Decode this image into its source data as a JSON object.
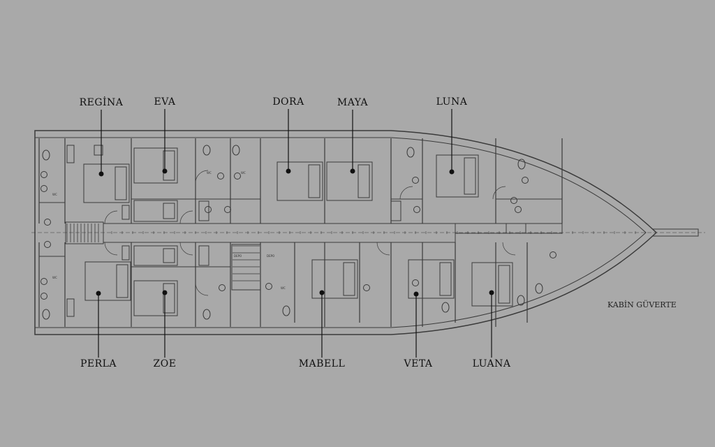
{
  "deck_title": "KABİN GÜVERTE",
  "cabins_top": [
    "REGİNA",
    "EVA",
    "DORA",
    "MAYA",
    "LUNA"
  ],
  "cabins_bottom": [
    "PERLA",
    "ZOE",
    "MABELL",
    "VETA",
    "LUANA"
  ],
  "room_tags": {
    "wc": "WC",
    "storage": "DEPO"
  },
  "colors": {
    "background": "#a9a9a9",
    "lines": "#3a3a3a",
    "labels": "#111111"
  }
}
